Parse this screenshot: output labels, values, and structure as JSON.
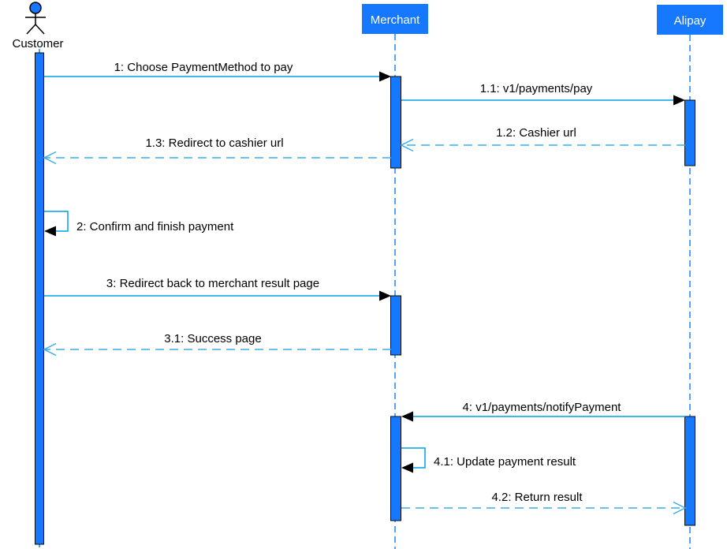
{
  "diagram": {
    "type": "uml-sequence-diagram",
    "subject": "Alipay payment flow",
    "colors": {
      "node_fill": "#1677FF",
      "activation_fill": "#1677FF",
      "activation_border": "#0a0a0a",
      "lifeline": "#1e87f0",
      "sync_line": "#00a0e9",
      "return_line": "#38afea",
      "arrowhead_fill": "#000000",
      "text": "#000000",
      "node_text": "#ffffff"
    },
    "participants": [
      {
        "id": "customer",
        "label": "Customer",
        "type": "actor"
      },
      {
        "id": "merchant",
        "label": "Merchant",
        "type": "object"
      },
      {
        "id": "alipay",
        "label": "Alipay",
        "type": "object"
      }
    ],
    "messages": [
      {
        "seq": "1",
        "label": "1: Choose PaymentMethod to pay",
        "from": "customer",
        "to": "merchant",
        "kind": "sync"
      },
      {
        "seq": "1.1",
        "label": "1.1: v1/payments/pay",
        "from": "merchant",
        "to": "alipay",
        "kind": "sync"
      },
      {
        "seq": "1.2",
        "label": "1.2: Cashier url",
        "from": "alipay",
        "to": "merchant",
        "kind": "return"
      },
      {
        "seq": "1.3",
        "label": "1.3: Redirect to cashier url",
        "from": "merchant",
        "to": "customer",
        "kind": "return"
      },
      {
        "seq": "2",
        "label": "2: Confirm and finish payment",
        "from": "customer",
        "to": "customer",
        "kind": "self"
      },
      {
        "seq": "3",
        "label": "3: Redirect back to merchant result page",
        "from": "customer",
        "to": "merchant",
        "kind": "sync"
      },
      {
        "seq": "3.1",
        "label": "3.1: Success page",
        "from": "merchant",
        "to": "customer",
        "kind": "return"
      },
      {
        "seq": "4",
        "label": "4: v1/payments/notifyPayment",
        "from": "alipay",
        "to": "merchant",
        "kind": "sync"
      },
      {
        "seq": "4.1",
        "label": "4.1: Update payment result",
        "from": "merchant",
        "to": "merchant",
        "kind": "self"
      },
      {
        "seq": "4.2",
        "label": "4.2: Return result",
        "from": "merchant",
        "to": "alipay",
        "kind": "return"
      }
    ]
  }
}
